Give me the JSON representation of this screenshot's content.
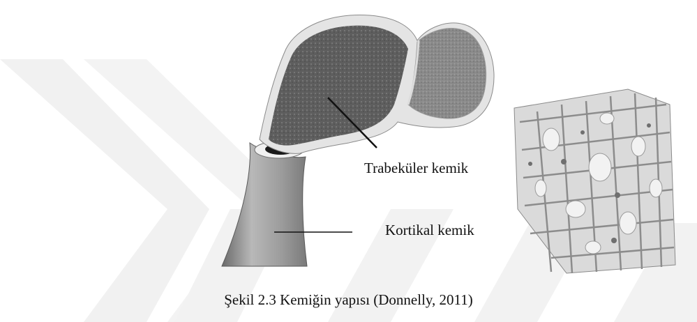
{
  "figure": {
    "labels": {
      "trabecular": "Trabeküler kemik",
      "cortical": "Kortikal kemik"
    },
    "caption": "Şekil 2.3 Kemiğin yapısı (Donnelly, 2011)"
  },
  "colors": {
    "watermark": "#f1f1f1",
    "bone_shaft": "#9a9a9a",
    "bone_head": "#6e6e6e",
    "cortex_rim": "#e6e6e6",
    "lattice": "#d4d4d4"
  }
}
